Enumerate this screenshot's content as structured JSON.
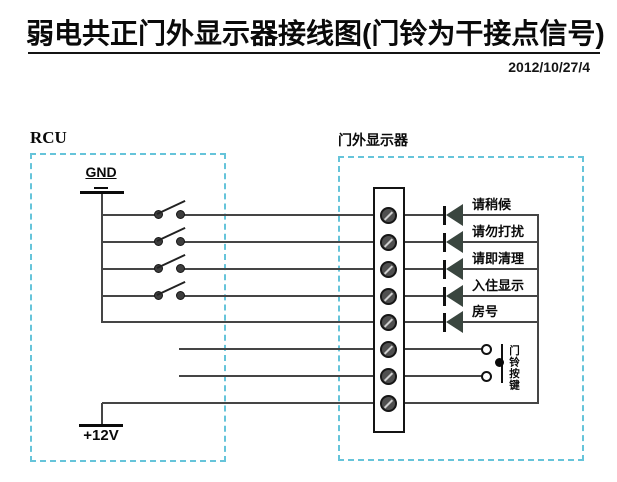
{
  "header": {
    "title": "弱电共正门外显示器接线图(门铃为干接点信号)",
    "date": "2012/10/27/4"
  },
  "rcu": {
    "label": "RCU",
    "gnd_label": "GND",
    "power_label": "+12V",
    "switch_count": 4
  },
  "display": {
    "label": "门外显示器",
    "terminal_count": 8,
    "led_labels": [
      "请稍候",
      "请勿打扰",
      "请即清理",
      "入住显示",
      "房号"
    ],
    "doorbell_label": "门铃按键"
  },
  "colors": {
    "dashed_border": "#66c4da",
    "wire": "#454545",
    "diode_fill": "#3a463f",
    "screw_fill": "#4f4f4f",
    "text": "#0a0a0a"
  }
}
